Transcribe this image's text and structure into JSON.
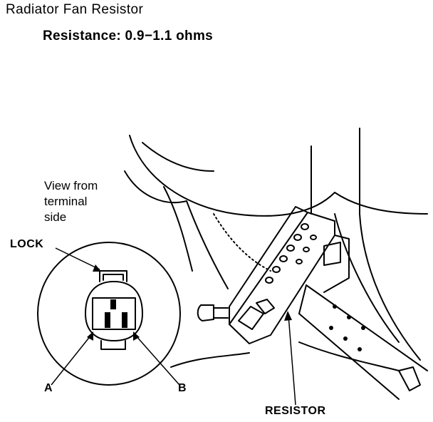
{
  "header": {
    "title": "Radiator Fan Resistor",
    "subtitle": "Resistance: 0.9−1.1 ohms"
  },
  "callouts": {
    "view_note": [
      "View from",
      "terminal",
      "side"
    ],
    "lock": "LOCK",
    "terminal_a": "A",
    "terminal_b": "B",
    "resistor": "RESISTOR"
  }
}
